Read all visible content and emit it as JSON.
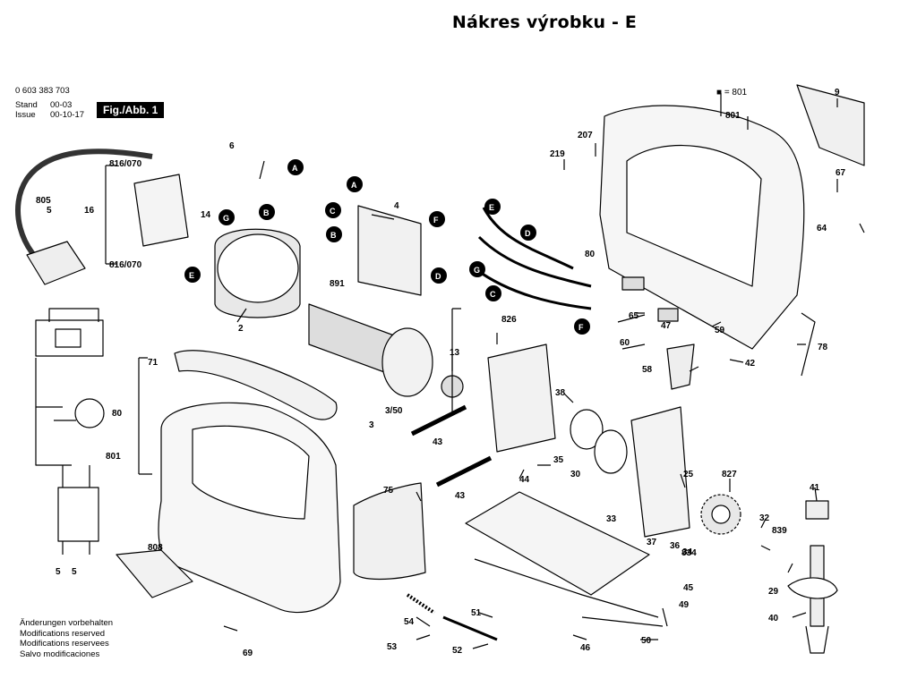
{
  "header": {
    "title": "Nákres výrobku - E"
  },
  "doc": {
    "part_no": "0 603 383 703",
    "stand_label": "Stand",
    "stand_date": "00-03",
    "issue_label": "Issue",
    "issue_date": "00-10-17",
    "fig_label": "Fig./Abb. 1",
    "note_lines": [
      "Änderungen vorbehalten",
      "Modifications reserved",
      "Modifications reservees",
      "Salvo modificaciones"
    ]
  },
  "legend": {
    "square_symbol": "■ = 801"
  },
  "callouts": [
    "A",
    "B",
    "C",
    "D",
    "E",
    "F",
    "G"
  ],
  "part_labels": [
    "2",
    "3",
    "3/50",
    "4",
    "5",
    "6",
    "9",
    "13",
    "14",
    "16",
    "25",
    "29",
    "30",
    "32",
    "33",
    "34",
    "35",
    "36",
    "37",
    "38",
    "40",
    "41",
    "42",
    "43",
    "44",
    "45",
    "46",
    "47",
    "49",
    "50",
    "51",
    "52",
    "53",
    "54",
    "58",
    "59",
    "60",
    "64",
    "65",
    "67",
    "69",
    "71",
    "75",
    "78",
    "80",
    "801",
    "805",
    "808",
    "816/070",
    "826",
    "827",
    "834",
    "839",
    "891",
    "207",
    "219"
  ]
}
